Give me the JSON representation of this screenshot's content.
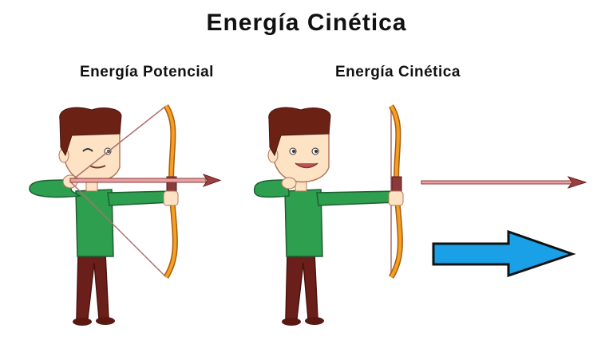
{
  "title": "Energía Cinética",
  "panels": [
    {
      "label": "Energía Potencial",
      "state": "bow drawn, arrow nocked"
    },
    {
      "label": "Energía Cinética",
      "state": "arrow released, flying"
    }
  ],
  "colors": {
    "shirt": "#2e9e4f",
    "pants": "#6b1f1a",
    "hair": "#6b2214",
    "skin": "#fde2c4",
    "bow": "#f5a020",
    "string": "#b07070",
    "arrow": "#d08080",
    "motion_arrow": "#1aa0e6"
  }
}
